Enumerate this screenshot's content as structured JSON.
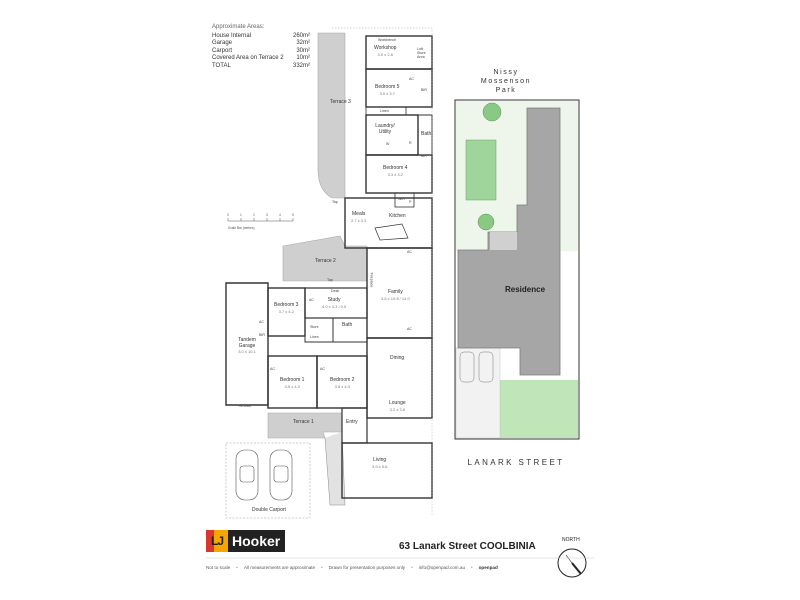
{
  "areas": {
    "header": "Approximate Areas:",
    "rows": [
      {
        "name": "House Internal",
        "value": "260m²"
      },
      {
        "name": "Garage",
        "value": "32m²"
      },
      {
        "name": "Carport",
        "value": "30m²"
      },
      {
        "name": "Covered Area on Terrace 2",
        "value": "10m²"
      },
      {
        "name": "TOTAL",
        "value": "332m²"
      }
    ]
  },
  "rooms": {
    "workshop": {
      "name": "Workshop",
      "dim": "3.0 x 2.8"
    },
    "workbench": "Workbench",
    "loft": "Loft Store Area",
    "bedroom5": {
      "name": "Bedroom 5",
      "dim": "3.0 x 3.7"
    },
    "terrace3": "Terrace 3",
    "linen1": "Linen",
    "laundry": "Laundry/ Utility",
    "bath1": "Bath",
    "bedroom4": {
      "name": "Bedroom 4",
      "dim": "3.3 x 3.2"
    },
    "meals": {
      "name": "Meals",
      "dim": "2.7 x 3.3"
    },
    "kitchen": "Kitchen",
    "terrace2": "Terrace 2",
    "bedroom3": {
      "name": "Bedroom 3",
      "dim": "3.7 x 4.2"
    },
    "study": {
      "name": "Study",
      "dim": "4.0 x 3.3 / 0.5"
    },
    "desk": "Desk",
    "family": {
      "name": "Family",
      "dim": "3.8 x 10.8 / 14.0"
    },
    "tandem_garage": {
      "name": "Tandem Garage",
      "dim": "3.0 x 10.1"
    },
    "store": "Store",
    "bath2": "Bath",
    "linen2": "Linen",
    "dining": "Dining",
    "bedroom1": {
      "name": "Bedroom 1",
      "dim": "3.5 x 4.3"
    },
    "bedroom2": {
      "name": "Bedroom 2",
      "dim": "3.5 x 4.3"
    },
    "lounge": {
      "name": "Lounge",
      "dim": "3.2 x 3.8"
    },
    "terrace1": "Terrace 1",
    "entry": "Entry",
    "living": {
      "name": "Living",
      "dim": "3.9 x 5.6"
    },
    "double_carport": "Double Carport",
    "tilt_door": "Tilt Door",
    "bir": "BIR",
    "wir": "WIR",
    "ac": "AC",
    "tap": "Tap",
    "fireplace": "Fireplace",
    "p": "P",
    "w": "W",
    "r": "R"
  },
  "scale": {
    "label": "Scale Bar (metres)",
    "ticks": [
      "0",
      "1",
      "2",
      "3",
      "4",
      "5"
    ]
  },
  "site": {
    "park": [
      "Nissy",
      "Mossenson",
      "Park"
    ],
    "residence": "Residence",
    "street": "LANARK STREET"
  },
  "brand": {
    "name": "Hooker",
    "mark": "LJ"
  },
  "address": "63 Lanark Street COOLBINIA",
  "north": "NORTH",
  "footer": [
    "Not to scale",
    "All measurements are approximate",
    "Drawn for presentation purposes only",
    "info@openpad.com.au",
    "openpad"
  ],
  "colors": {
    "terrace": "#cfcfcf",
    "residence": "#a6a6a6",
    "lawn": "#9fd49a",
    "garden": "#bfe5b8",
    "brand_red": "#d9372d",
    "brand_yellow": "#f7a600"
  }
}
